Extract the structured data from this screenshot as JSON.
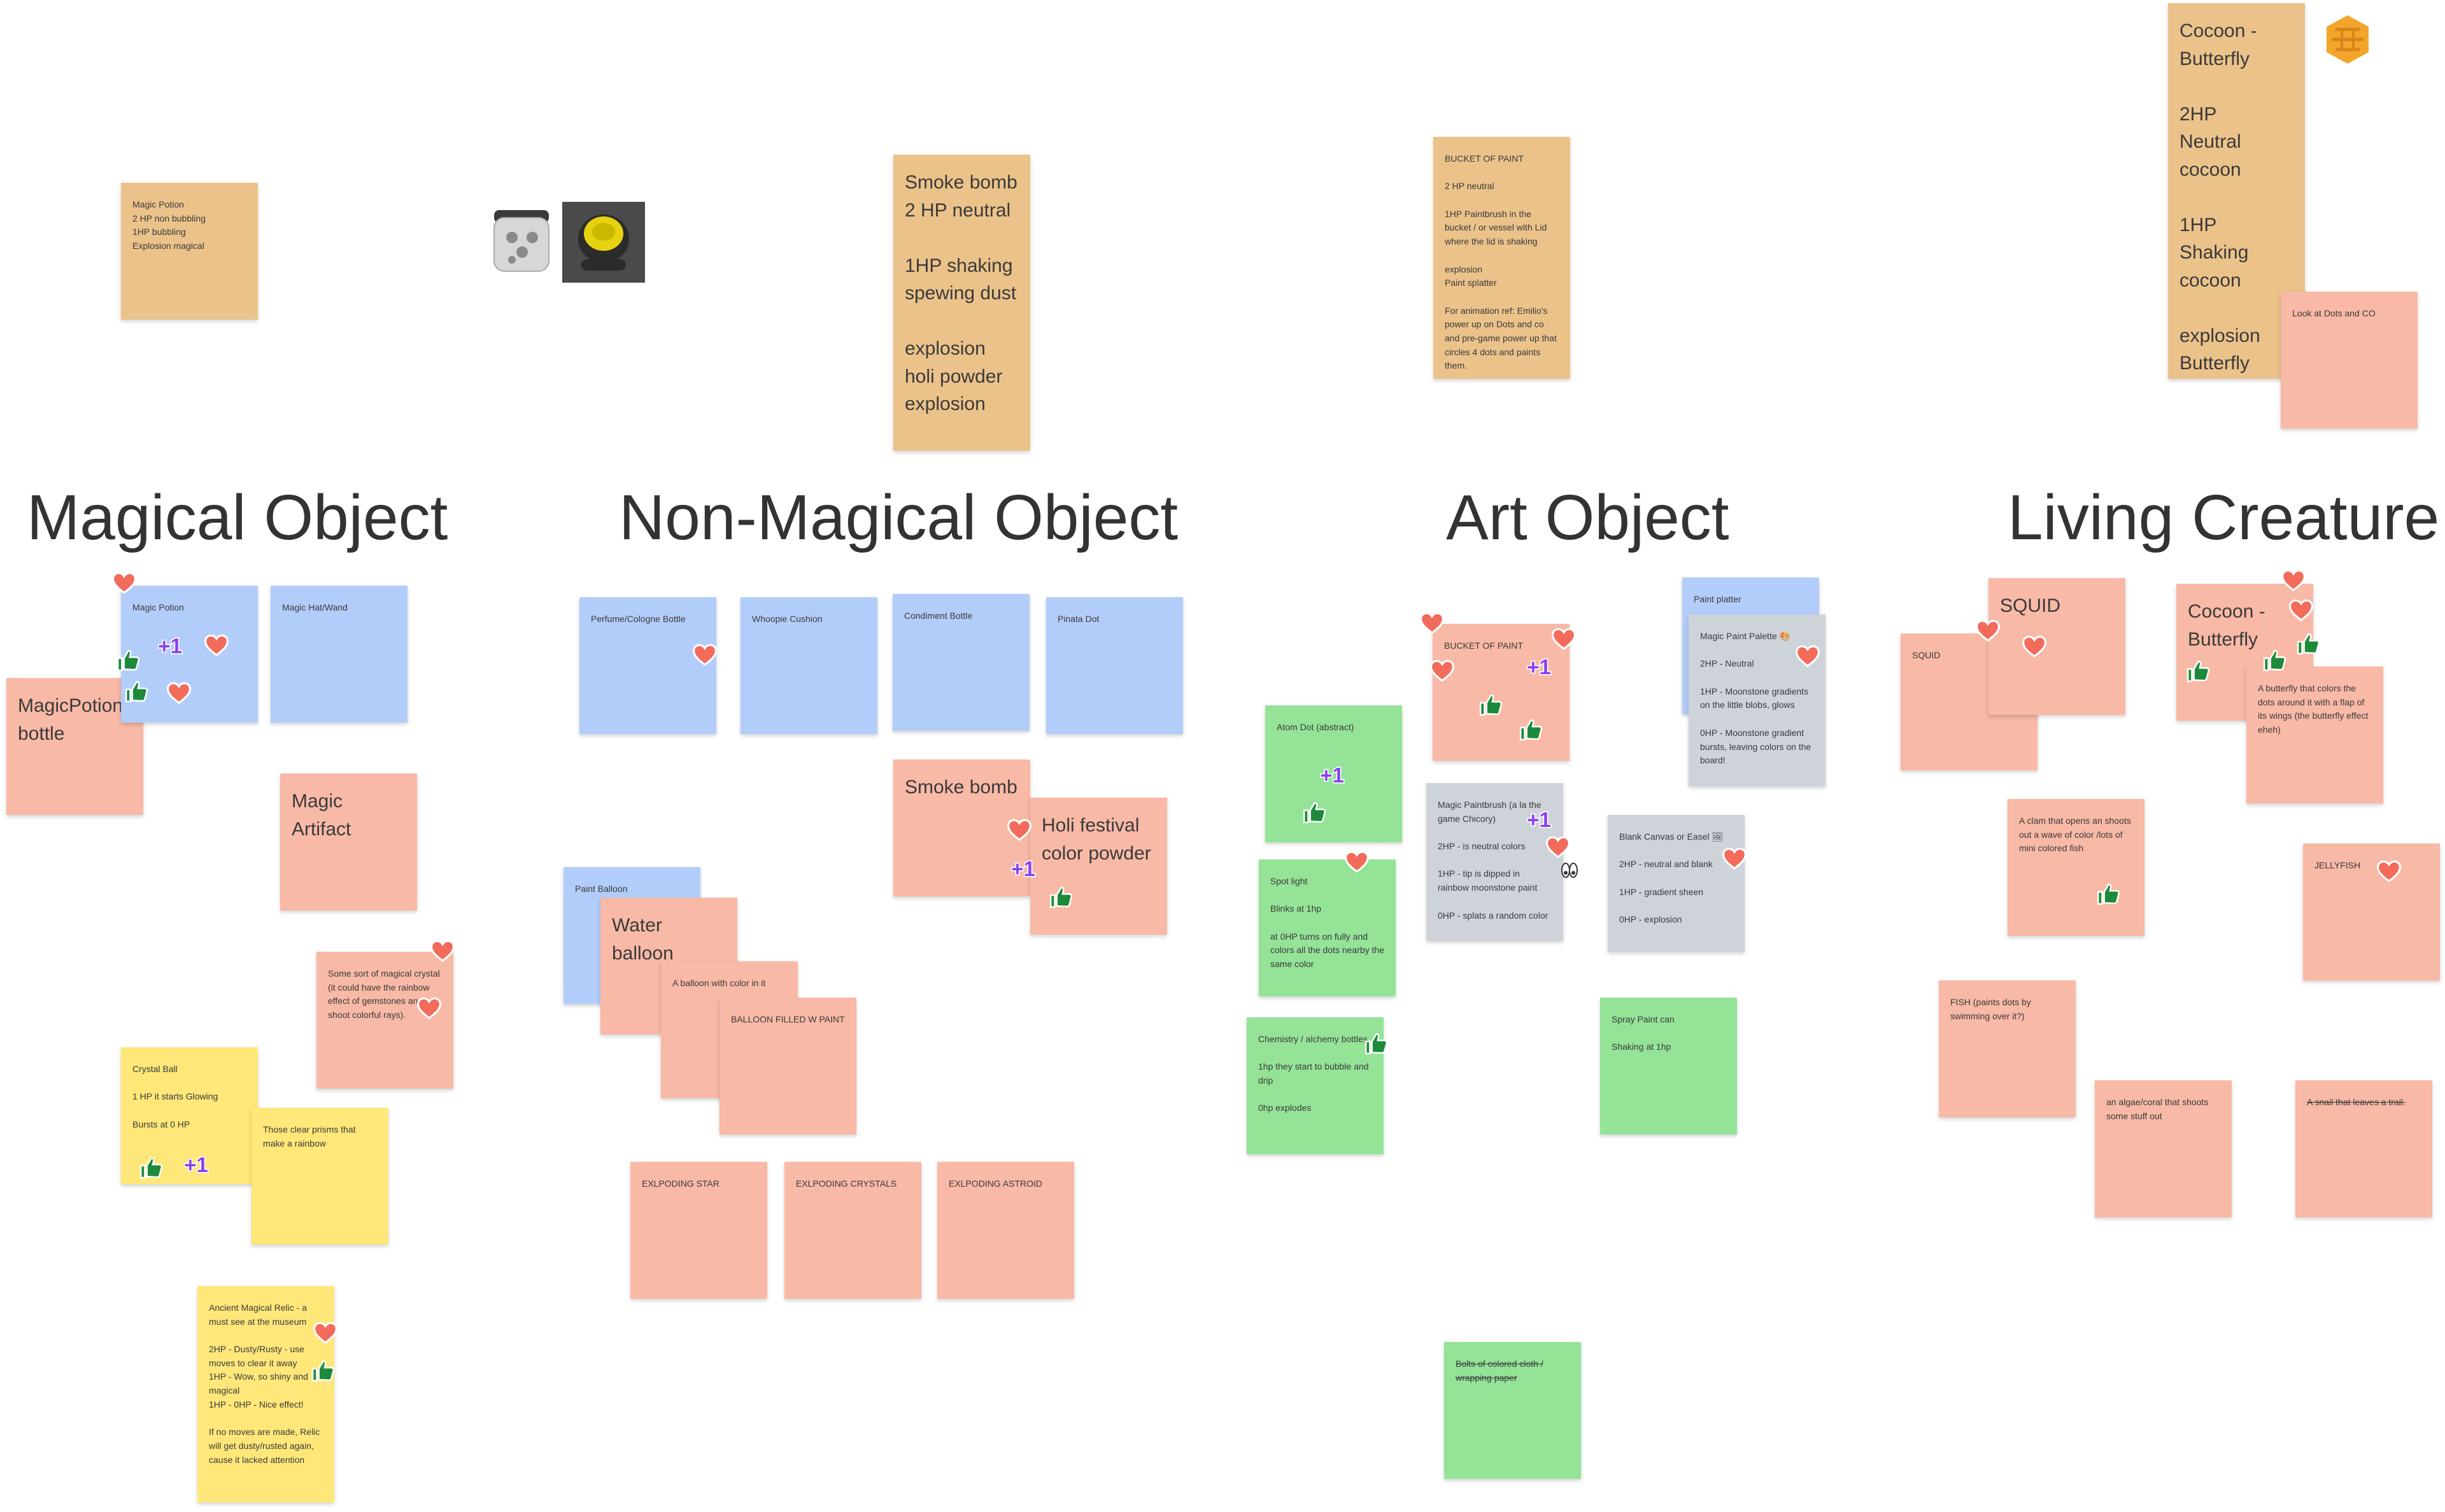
{
  "headers": {
    "magical": "Magical Object",
    "nonmagical": "Non-Magical Object",
    "art": "Art Object",
    "living": "Living Creature"
  },
  "notes": {
    "n_potion_top": "Magic Potion\n2 HP non bubbling\n1HP bubbling\nExplosion magical",
    "n_smoke_top": "Smoke bomb\n2 HP neutral\n\n1HP shaking\nspewing dust\n\nexplosion\nholi powder\nexplosion",
    "n_bucket_top": "BUCKET OF PAINT\n\n2 HP neutral\n\n1HP Paintbrush in the bucket / or vessel with Lid where the lid is shaking\n\nexplosion\nPaint splatter\n\nFor animation ref: Emilio's power up on Dots and co and pre-game power up that circles 4 dots and paints them.",
    "n_cocoon_top": "Cocoon -\nButterfly\n\n2HP\nNeutral\ncocoon\n\n1HP\nShaking\ncocoon\n\nexplosion\nButterfly",
    "n_lookdots": "Look at Dots and CO",
    "n_magic_potion": "Magic Potion",
    "n_hat_wand": "Magic Hat/Wand",
    "n_potion_bottle": "MagicPotion\nbottle",
    "n_artifact": "Magic\nArtifact",
    "n_crystal": "Some sort of magical crystal (it could have the rainbow effect of gemstones and shoot colorful rays).",
    "n_crystal_ball": "Crystal Ball\n\n1 HP it starts Glowing\n\nBursts at 0 HP",
    "n_prisms": "Those clear prisms that make a rainbow",
    "n_relic": "Ancient Magical Relic - a must see at the museum\n\n2HP - Dusty/Rusty - use moves to clear it away\n1HP - Wow, so shiny and magical\n1HP - 0HP - Nice effect!\n\nIf no moves are made, Relic will get dusty/rusted again, cause it lacked attention",
    "n_perfume": "Perfume/Cologne Bottle",
    "n_whoopie": "Whoopie Cushion",
    "n_condiment": "Condiment Bottle",
    "n_pinata": "Pinata Dot",
    "n_smoke_bomb": "Smoke bomb",
    "n_holi": "Holi festival\ncolor powder",
    "n_paint_balloon": "Paint Balloon",
    "n_water_balloon": "Water\nballoon",
    "n_balloon_color": "A balloon with color in it",
    "n_balloon_paint": "BALLOON FILLED W PAINT",
    "n_star": "EXLPODING STAR",
    "n_crystals": "EXLPODING CRYSTALS",
    "n_astroid": "EXLPODING ASTROID",
    "n_bucket": "BUCKET OF PAINT",
    "n_paint_platter": "Paint platter",
    "n_palette": "Magic Paint Palette 🎨\n\n2HP - Neutral\n\n1HP - Moonstone gradients on the little blobs, glows\n\n0HP - Moonstone gradient bursts, leaving colors on the board!",
    "n_atom": "Atom Dot (abstract)",
    "n_paintbrush": "Magic Paintbrush (a la the game Chicory)\n\n2HP - is neutral colors\n\n1HP - tip is dipped in rainbow moonstone paint\n\n0HP -  splats a random color",
    "n_canvas": "Blank Canvas or Easel 🖼\n\n2HP - neutral and blank\n\n1HP - gradient sheen\n\n0HP - explosion",
    "n_spotlight": "Spot light\n\nBlinks at 1hp\n\nat 0HP turns on fully and colors all the dots nearby the same color",
    "n_chemistry": "Chemistry / alchemy bottles\n\n1hp they start to bubble and drip\n\n0hp explodes",
    "n_spray": "Spray Paint can\n\nShaking at 1hp",
    "n_bolts": "Bolts of colored cloth / wrapping paper",
    "n_squid_small": "SQUID",
    "n_squid": "SQUID",
    "n_cocoon": "Cocoon -\nButterfly",
    "n_butterfly_desc": "A butterfly that colors the dots around it with a flap of its wings (the butterfly effect eheh)",
    "n_clam": "A clam that opens an shoots out a wave of color /lots of mini colored fish",
    "n_jellyfish": "JELLYFISH",
    "n_fish": "FISH (paints dots by swimming over it?)",
    "n_algae": "an algae/coral that shoots some stuff out",
    "n_snail": "A snail that leaves a trail."
  },
  "stickers": {
    "plus_one": "+1"
  },
  "colors": {
    "orange": "#ebc28a",
    "salmon": "#f8b9a6",
    "blue": "#b3cdfa",
    "green": "#94e397",
    "yellow": "#ffe779",
    "gray": "#ced3da",
    "heart": "#f26b5b",
    "thumb": "#1d8a3b",
    "plus": "#8a3ff0"
  },
  "icons": [
    "dice-icon",
    "cauldron-icon",
    "honeycomb-icon",
    "heart-sticker-icon",
    "thumbs-up-sticker-icon",
    "plus-one-sticker-icon",
    "eyes-icon"
  ]
}
